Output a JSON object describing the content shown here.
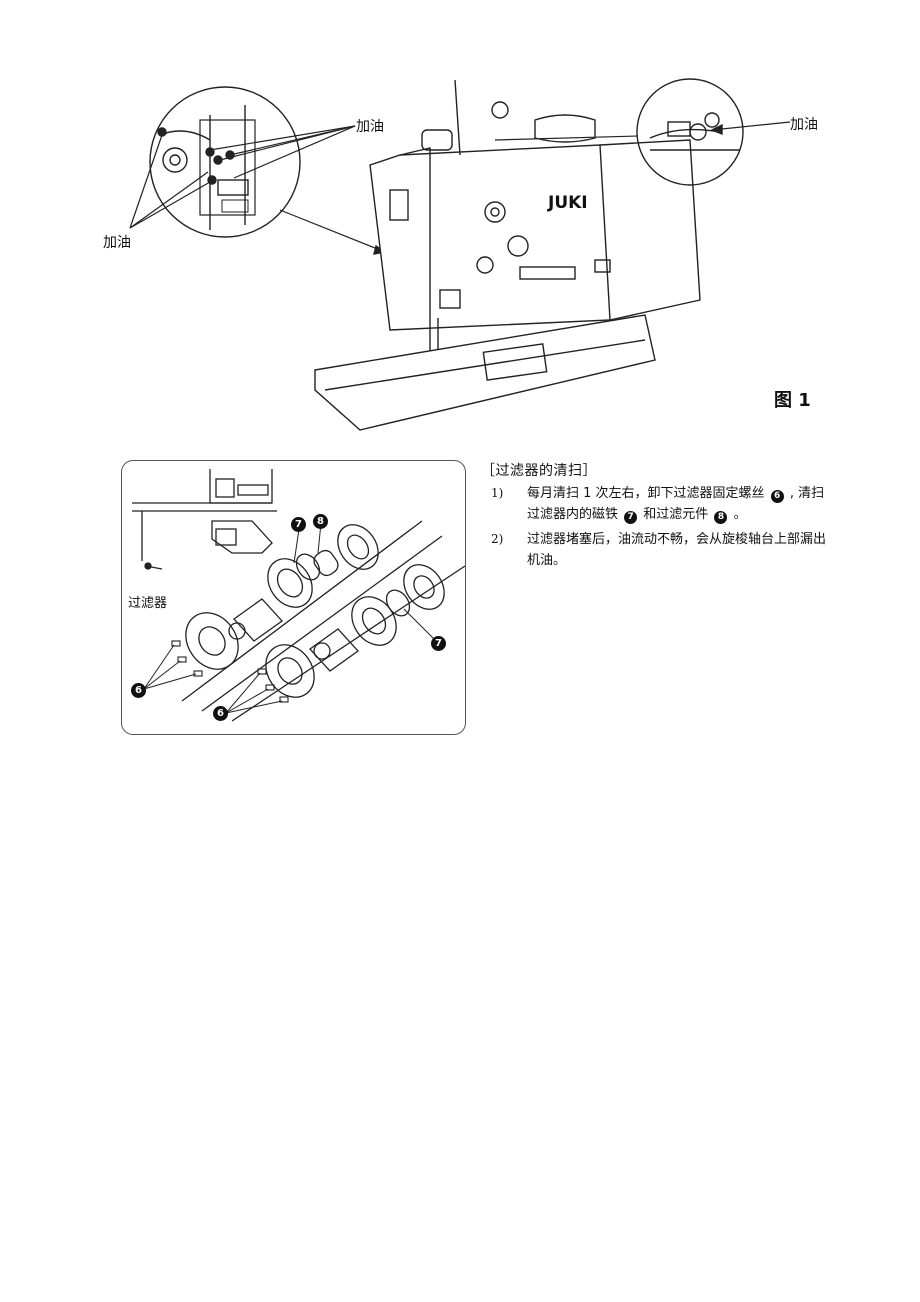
{
  "figure1": {
    "label": "图 1",
    "oil_label_top_center": "加油",
    "oil_label_left": "加油",
    "oil_label_right": "加油",
    "brand": "JUKI"
  },
  "figure2": {
    "filter_label": "过滤器",
    "parts": {
      "screw": "6",
      "magnet": "7",
      "element": "8"
    }
  },
  "filter_cleaning": {
    "heading": "［过滤器的清扫］",
    "steps": [
      {
        "num": "1)",
        "text_a": "每月清扫 1 次左右，卸下过滤器固定螺丝",
        "badge_a": "6",
        "text_b": ", 清扫过滤器内的磁铁",
        "badge_b": "7",
        "text_c": "和过滤元件",
        "badge_c": "8",
        "text_d": "。"
      },
      {
        "num": "2)",
        "text": "过滤器堵塞后，油流动不畅，会从旋梭轴台上部漏出机油。"
      }
    ]
  }
}
